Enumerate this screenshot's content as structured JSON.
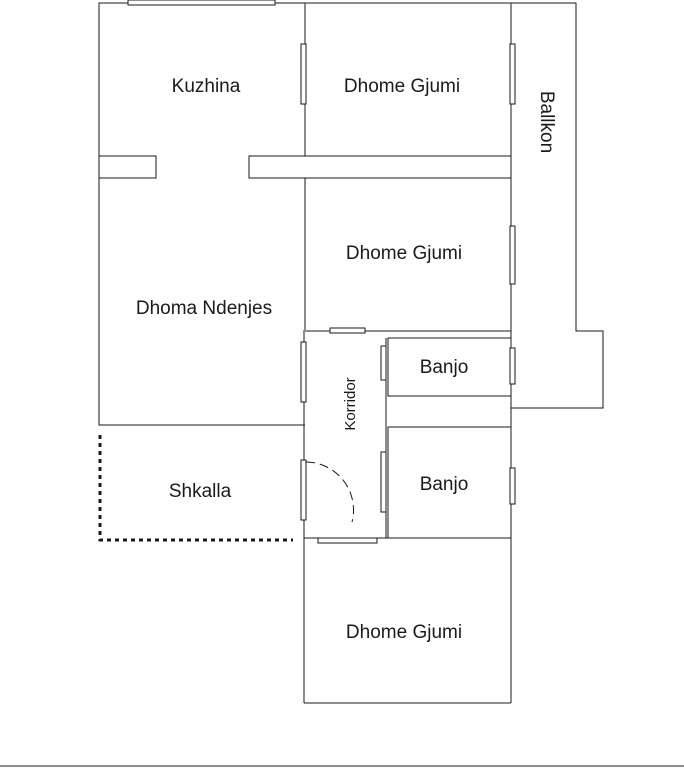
{
  "rooms": {
    "kitchen": "Kuzhina",
    "bedroom_top": "Dhome Gjumi",
    "balcony": "Ballkon",
    "bedroom_middle": "Dhome Gjumi",
    "living_room": "Dhoma Ndenjes",
    "bathroom_top": "Banjo",
    "corridor": "Korridor",
    "stairs": "Shkalla",
    "bathroom_bottom": "Banjo",
    "bedroom_bottom": "Dhome Gjumi"
  }
}
